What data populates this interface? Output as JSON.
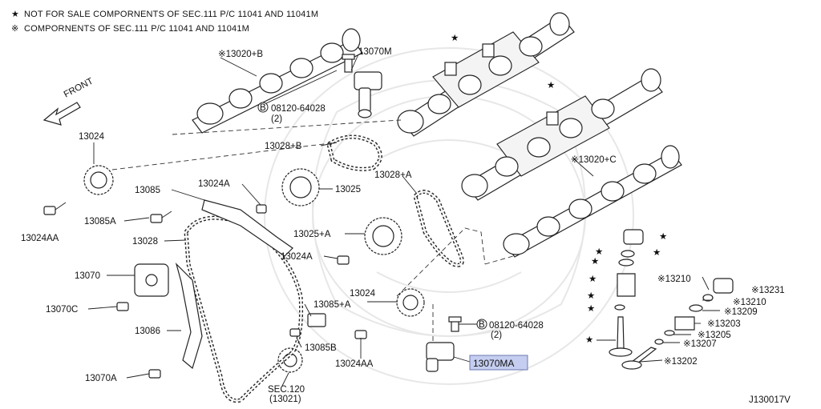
{
  "notes": {
    "line1_symbol": "★",
    "line1_text": "NOT FOR SALE COMPORNENTS OF SEC.111 P/C 11041 AND 11041M",
    "line2_symbol": "※",
    "line2_text": "COMPORNENTS OF SEC.111 P/C 11041 AND 11041M"
  },
  "front_label": "FRONT",
  "diagram_code": "J130017V",
  "highlight_color": "#c5cef0",
  "labels": {
    "p13020b": "※13020+B",
    "p13070m": "13070M",
    "bolt_top": "08120-64028",
    "bolt_top_qty": "(2)",
    "bolt_top_mark": "B",
    "p13028b": "13028+B",
    "p13024_top": "13024",
    "p13024a_1": "13024A",
    "p13025": "13025",
    "p13085": "13085",
    "p13085a": "13085A",
    "p13024aa_left": "13024AA",
    "p13028": "13028",
    "p13028a": "13028+A",
    "p13025a": "13025+A",
    "p13024a_2": "13024A",
    "p13070": "13070",
    "p13070c": "13070C",
    "p13086": "13086",
    "p13070a": "13070A",
    "p13024_mid": "13024",
    "p13085a_plus": "13085+A",
    "p13085b": "13085B",
    "p13024aa_mid": "13024AA",
    "sec120": "SEC.120",
    "sec120_sub": "(13021)",
    "bolt_mid": "08120-64028",
    "bolt_mid_qty": "(2)",
    "bolt_mid_mark": "B",
    "p13070ma": "13070MA",
    "p13020c": "※13020+C",
    "p13210a": "※13210",
    "p13231": "※13231",
    "p13210b": "※13210",
    "p13209": "※13209",
    "p13203": "※13203",
    "p13205": "※13205",
    "p13207": "※13207",
    "p13202": "※13202"
  },
  "star_symbol": "★"
}
